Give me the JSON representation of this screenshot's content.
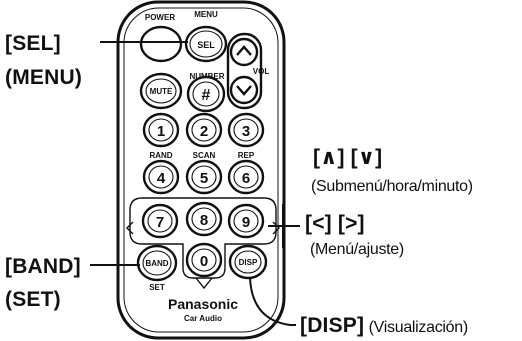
{
  "remote": {
    "labels_top": {
      "power": "POWER",
      "menu": "MENU",
      "vol": "VOL",
      "number": "NUMBER"
    },
    "buttons": {
      "sel": "SEL",
      "mute": "MUTE",
      "number_sym": "#",
      "num1": "1",
      "num2": "2",
      "num3": "3",
      "num4": "4",
      "num5": "5",
      "num6": "6",
      "num7": "7",
      "num8": "8",
      "num9": "9",
      "num0": "0",
      "band": "BAND",
      "disp": "DISP"
    },
    "small_labels": {
      "rand": "RAND",
      "scan": "SCAN",
      "rep": "REP",
      "set": "SET"
    },
    "brand": "Panasonic",
    "sub_brand": "Car Audio"
  },
  "callouts": {
    "sel": "[SEL]",
    "menu": "(MENU)",
    "updown": "[∧] [∨]",
    "updown_desc": "(Submenú/hora/minuto)",
    "leftright": "[<] [>]",
    "leftright_desc": "(Menú/ajuste)",
    "band": "[BAND]",
    "set": "(SET)",
    "disp": "[DISP]",
    "disp_desc": "(Visualización)"
  }
}
